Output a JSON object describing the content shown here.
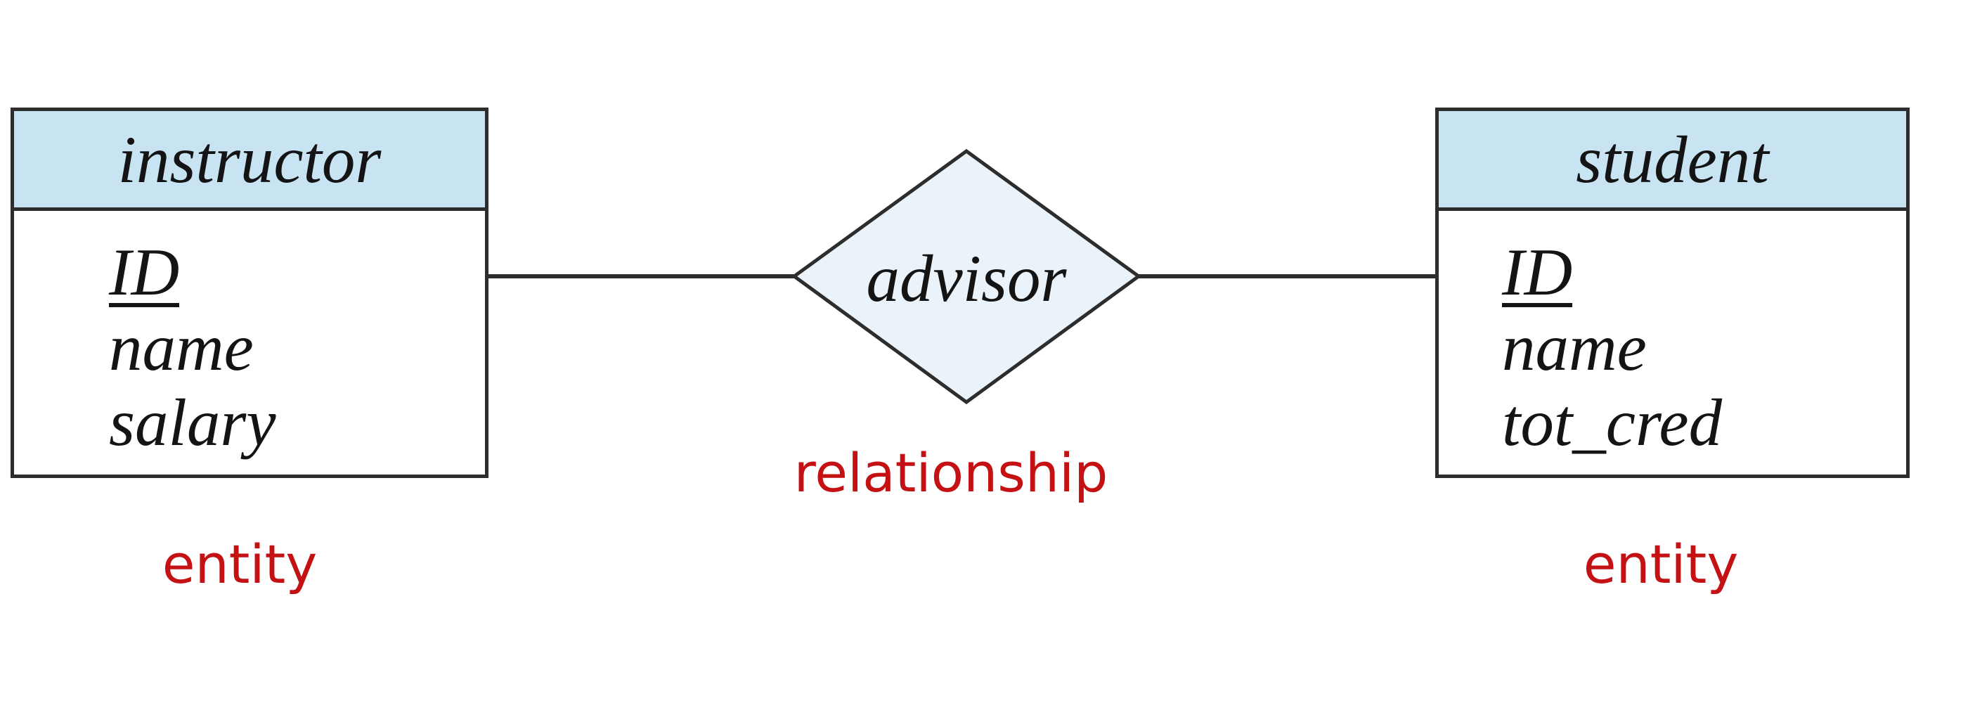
{
  "diagram": {
    "kind": "er-diagram",
    "entities": [
      {
        "name": "instructor",
        "attributes": [
          {
            "label": "ID",
            "primary_key": true
          },
          {
            "label": "name",
            "primary_key": false
          },
          {
            "label": "salary",
            "primary_key": false
          }
        ],
        "annotation": "entity"
      },
      {
        "name": "student",
        "attributes": [
          {
            "label": "ID",
            "primary_key": true
          },
          {
            "label": "name",
            "primary_key": false
          },
          {
            "label": "tot_cred",
            "primary_key": false
          }
        ],
        "annotation": "entity"
      }
    ],
    "relationship": {
      "name": "advisor",
      "annotation": "relationship",
      "connects": [
        "instructor",
        "student"
      ]
    },
    "colors": {
      "entity_header_fill": "#c8e4f2",
      "diamond_fill": "#e9f3f9",
      "line_stroke": "#2d2d2d",
      "annotation_red": "#c41113",
      "text_black": "#141414",
      "background": "#ffffff"
    }
  }
}
